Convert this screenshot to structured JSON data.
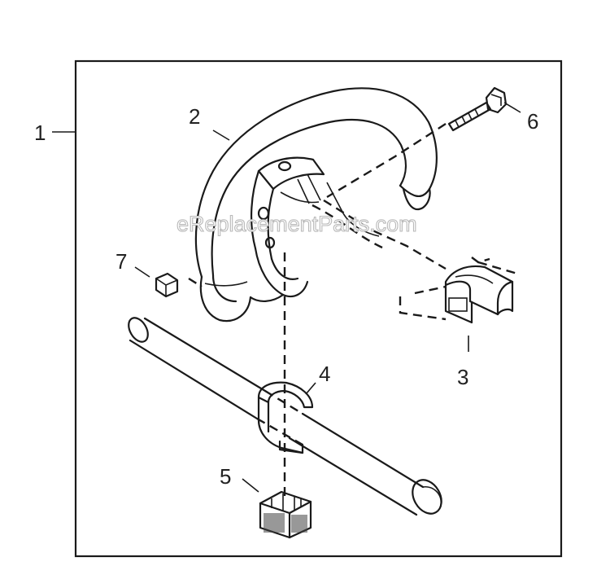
{
  "diagram": {
    "watermark": "eReplacementParts.com",
    "callouts": [
      {
        "id": "c1",
        "label": "1"
      },
      {
        "id": "c2",
        "label": "2"
      },
      {
        "id": "c3",
        "label": "3"
      },
      {
        "id": "c4",
        "label": "4"
      },
      {
        "id": "c5",
        "label": "5"
      },
      {
        "id": "c6",
        "label": "6"
      },
      {
        "id": "c7",
        "label": "7"
      }
    ]
  }
}
